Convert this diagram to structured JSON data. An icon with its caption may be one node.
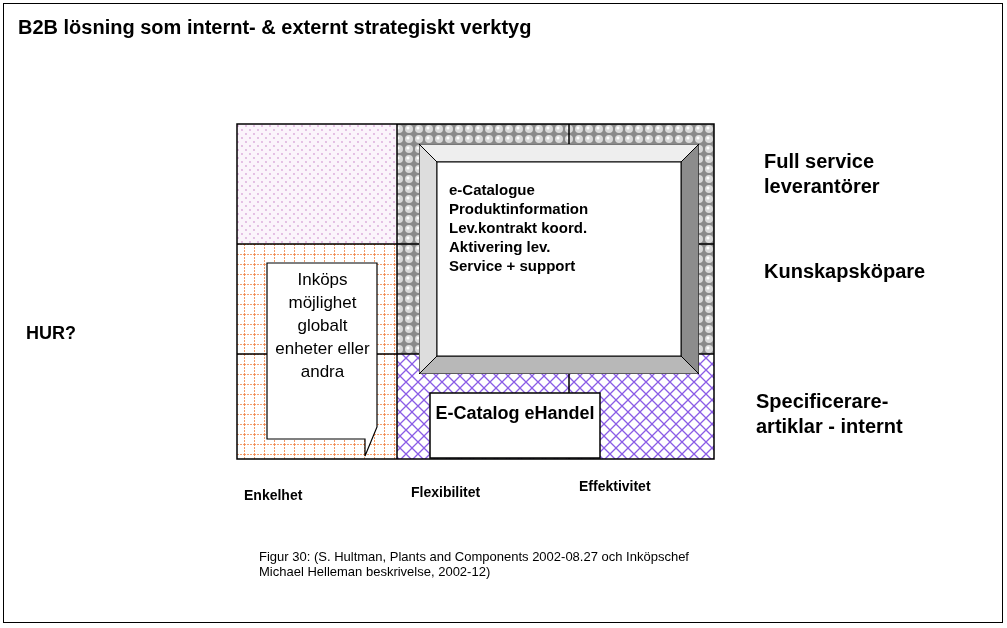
{
  "diagram": {
    "title": "B2B lösning som internt- & externt strategiskt verktyg",
    "caption": "Figur 30: (S. Hultman, Plants and Components 2002-08.27 och Inköpschef Michael Helleman beskrivelse, 2002-12)",
    "nodes": [
      {
        "text": [
          "e-Catalogue",
          "Produktinformation",
          "Lev.kontrakt koord.",
          "Aktivering lev.",
          "Service + support"
        ]
      },
      {
        "text": [
          "Inköps möjlighet globalt enheter eller andra"
        ]
      },
      {
        "text": [
          "E-Catalog eHandel"
        ]
      }
    ],
    "edges": [],
    "labels": [
      "Full service leverantörer",
      "Kunskapsköpare",
      "HUR?",
      "Specificerare- artiklar - internt",
      "Enkelhet",
      "Flexibilitet",
      "Effektivitet"
    ]
  }
}
